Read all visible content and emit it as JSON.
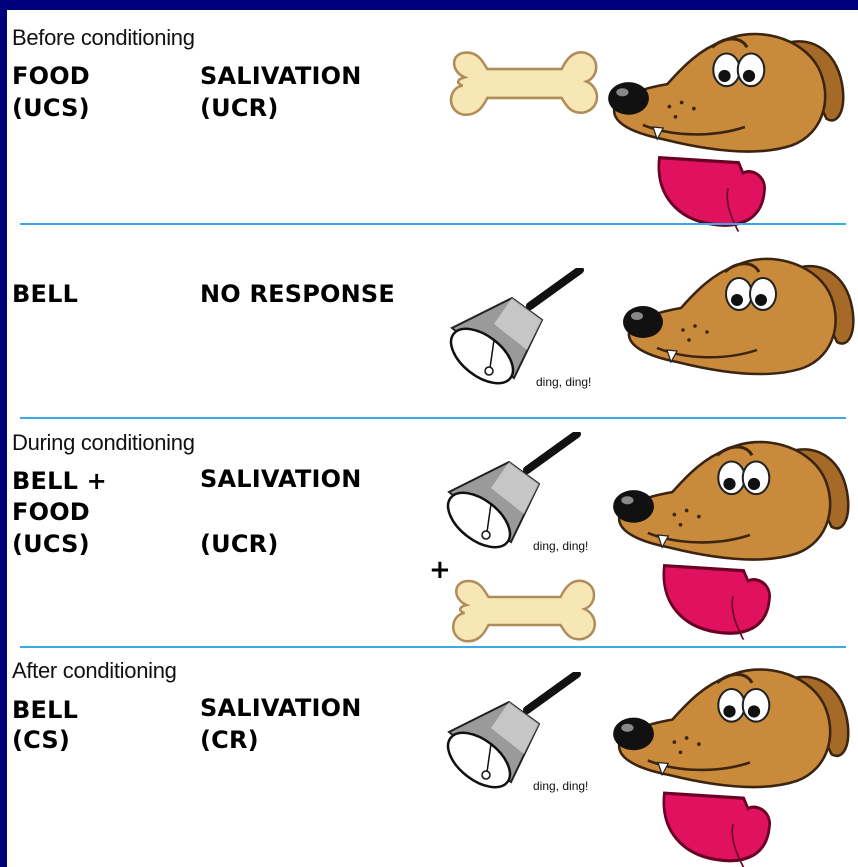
{
  "sections": [
    {
      "title": "Before conditioning",
      "stimulus": [
        "FOOD",
        "(UCS)"
      ],
      "response": [
        "SALIVATION",
        "(UCR)"
      ]
    },
    {
      "title": "",
      "stimulus": [
        "BELL"
      ],
      "response": [
        "NO RESPONSE"
      ],
      "sound": "ding, ding!"
    },
    {
      "title": "During conditioning",
      "stimulus": [
        "BELL +",
        "FOOD",
        "(UCS)"
      ],
      "response": [
        "SALIVATION",
        "(UCR)"
      ],
      "sound": "ding, ding!",
      "plus": "+"
    },
    {
      "title": "After conditioning",
      "stimulus": [
        "BELL",
        "(CS)"
      ],
      "response": [
        "SALIVATION",
        "(CR)"
      ],
      "sound": "ding, ding!"
    }
  ],
  "colors": {
    "frame": "#00007a",
    "divider": "#3aa9e6",
    "dog": "#c98a3c",
    "tongue": "#e0115f",
    "bone": "#f7e6b6"
  },
  "icons": [
    "bone-icon",
    "bell-icon",
    "dog-salivating-icon",
    "dog-neutral-icon"
  ]
}
